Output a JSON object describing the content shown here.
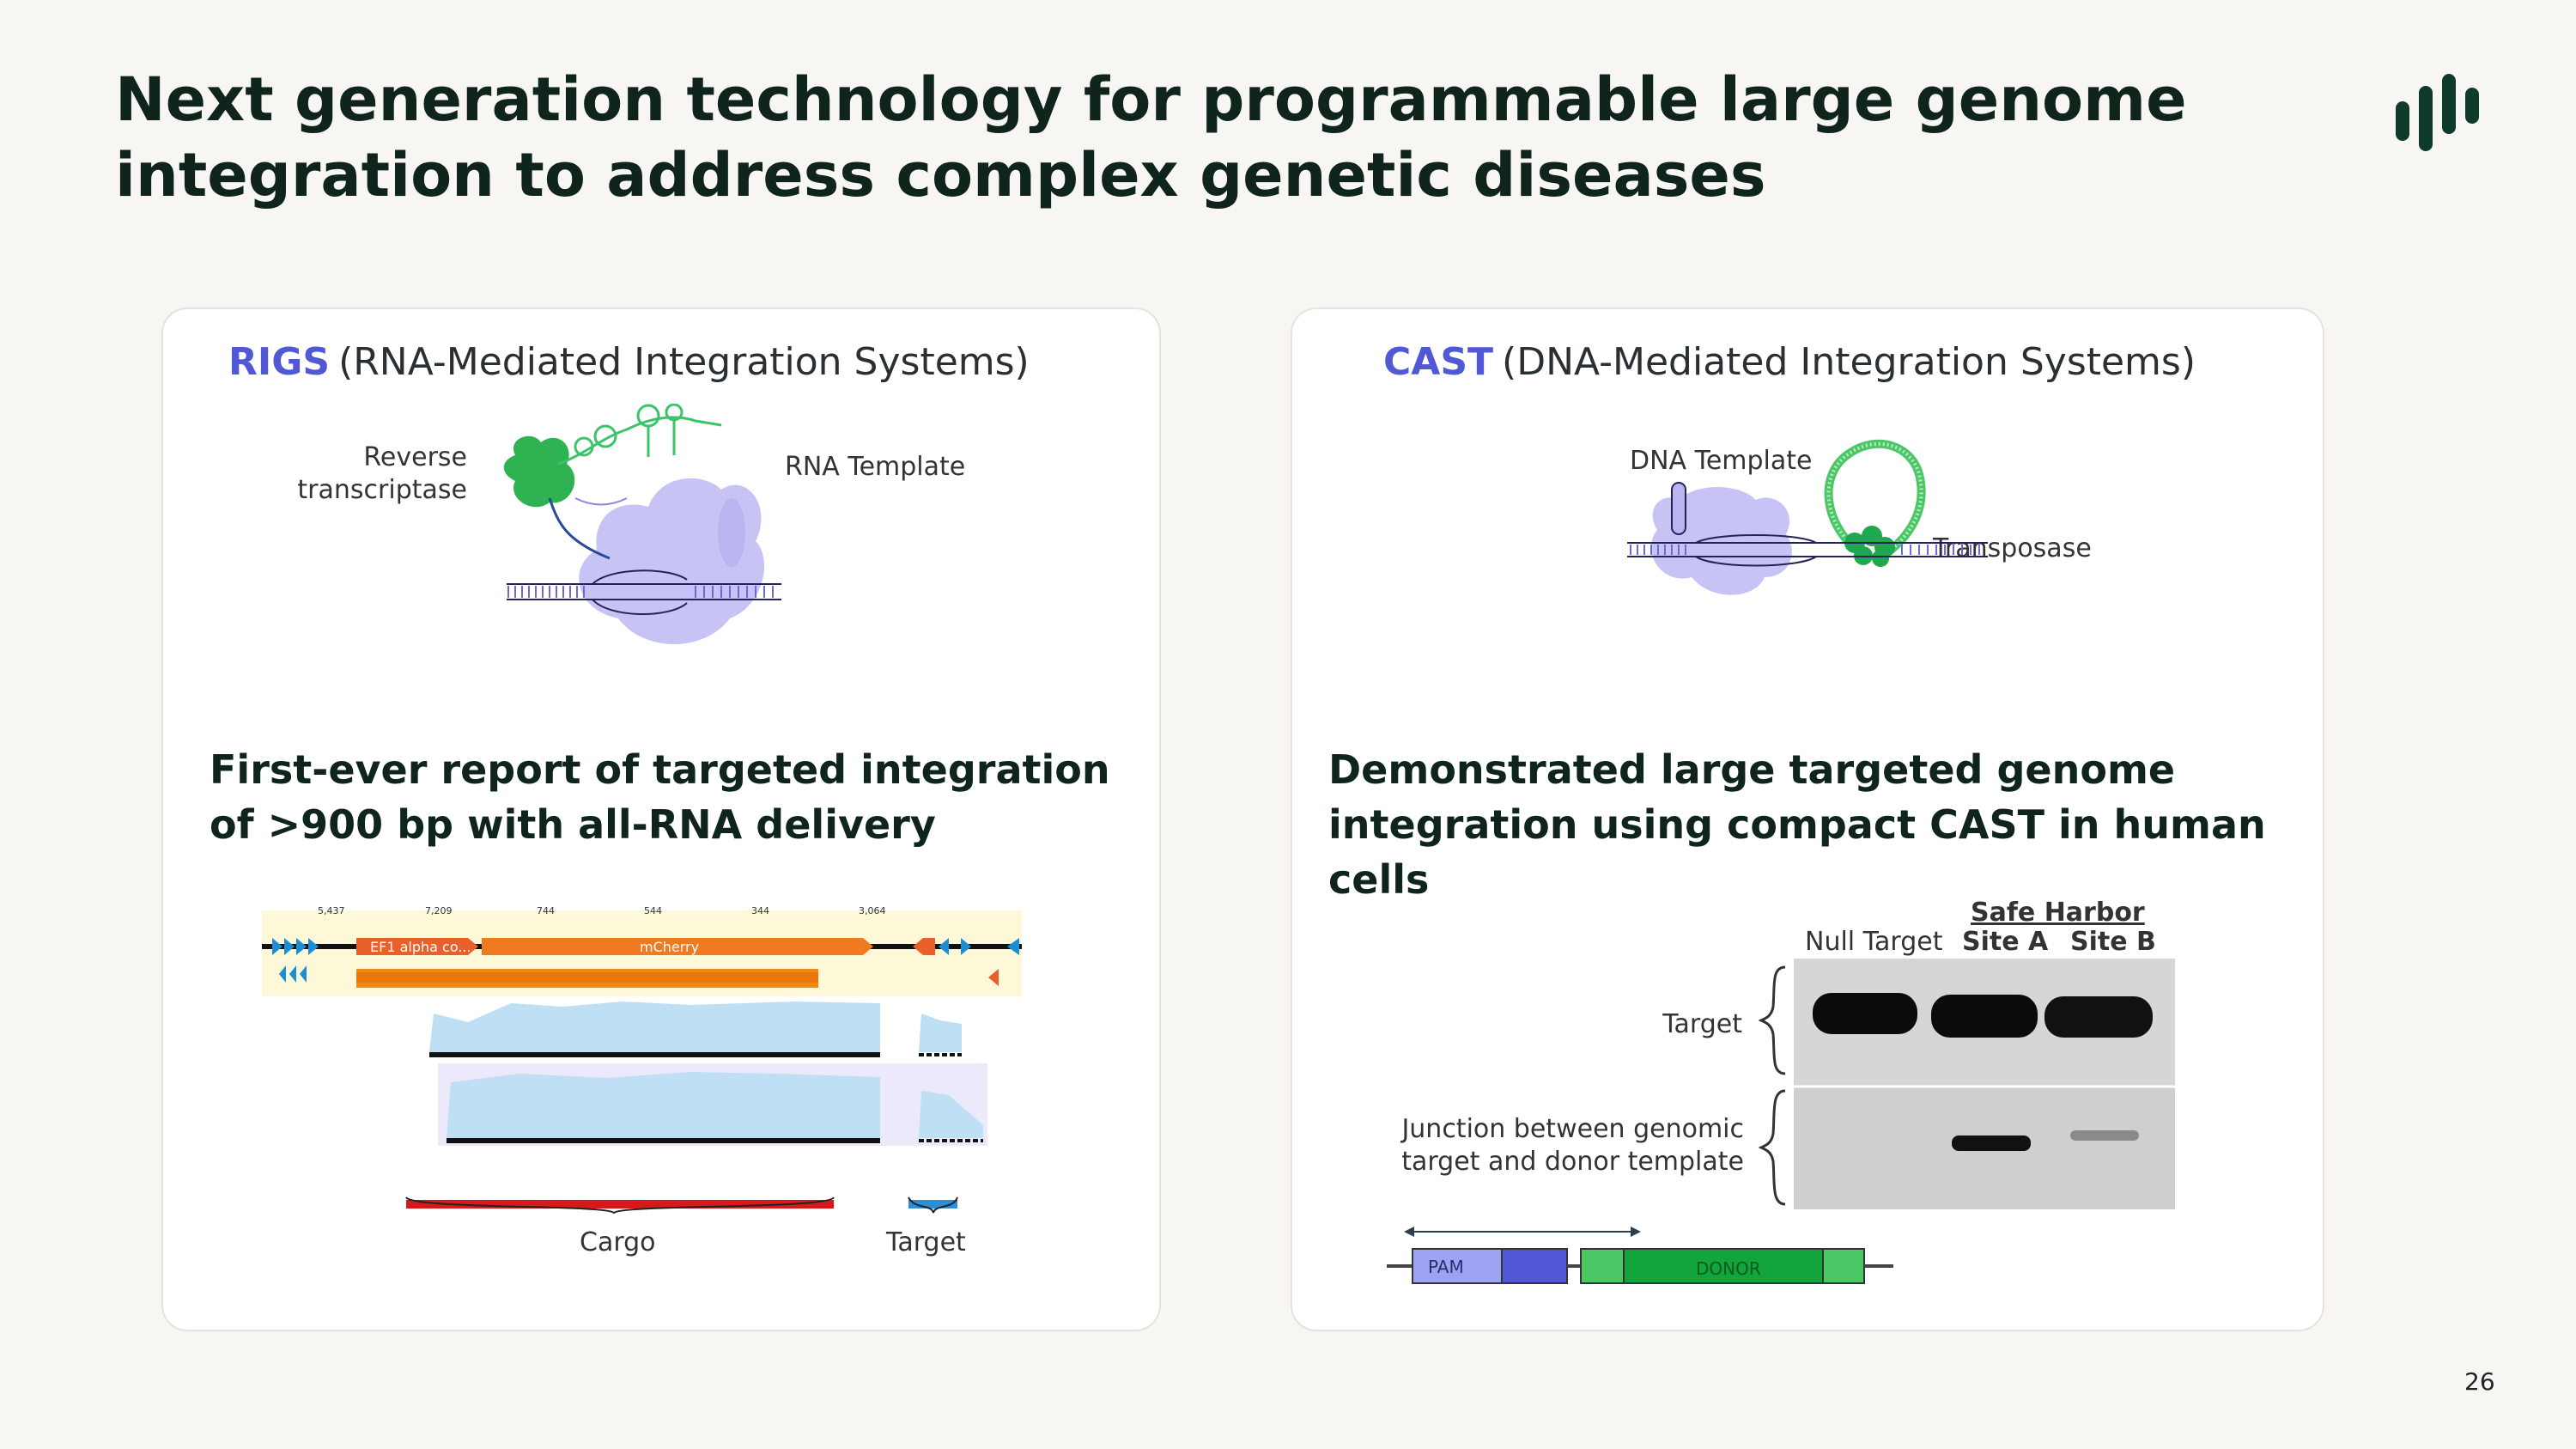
{
  "slide": {
    "title": "Next generation technology for programmable large genome integration to address complex genetic diseases",
    "page_number": "26"
  },
  "colors": {
    "title": "#0f241c",
    "accent_blue": "#5058d6",
    "green": "#1fa84f",
    "light_purple": "#c7c4f5",
    "background": "#f8f6f3"
  },
  "left_card": {
    "acronym": "RIGS",
    "heading_rest": "(RNA-Mediated Integration Systems)",
    "label_rt_line1": "Reverse",
    "label_rt_line2": "transcriptase",
    "label_rna_template": "RNA Template",
    "finding": "First-ever report of targeted integration of >900 bp with all-RNA delivery",
    "genome_ruler": [
      "5,437",
      "7,209",
      "744",
      "544",
      "344",
      "3,064"
    ],
    "feature_ef1": "EF1 alpha co...",
    "feature_mcherry": "mCherry",
    "label_cargo": "Cargo",
    "label_target": "Target"
  },
  "right_card": {
    "acronym": "CAST",
    "heading_rest": "(DNA-Mediated Integration Systems)",
    "label_dna_template": "DNA Template",
    "label_transposase": "Transposase",
    "finding": "Demonstrated large targeted genome integration using compact CAST in human cells",
    "gel": {
      "group_label": "Safe Harbor",
      "lane_null": "Null Target",
      "lane_a": "Site A",
      "lane_b": "Site B",
      "row_target": "Target",
      "row_junction_line1": "Junction between genomic",
      "row_junction_line2": "target and donor template"
    },
    "construct": {
      "pam": "PAM",
      "donor": "DONOR"
    }
  }
}
